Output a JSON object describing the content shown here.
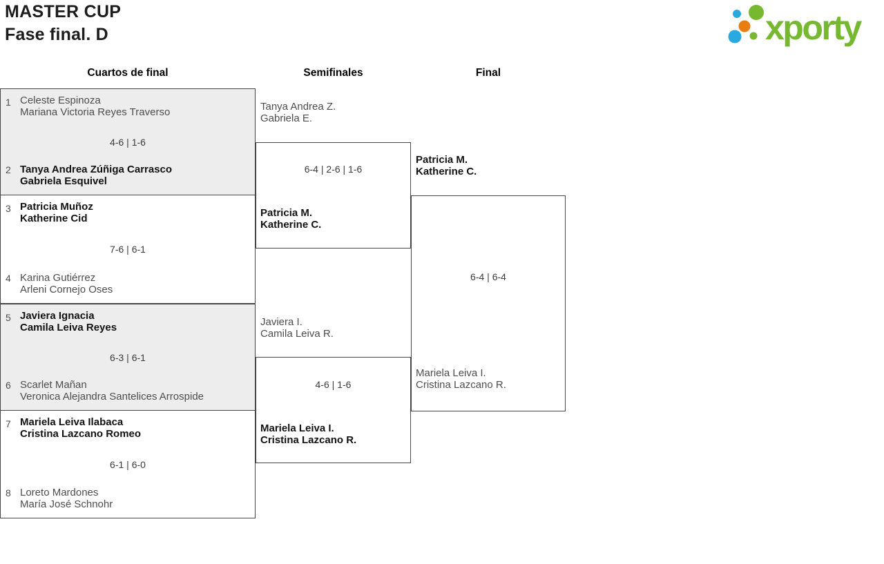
{
  "title": "MASTER CUP",
  "subtitle": "Fase final. D",
  "logo": {
    "brand": "xporty"
  },
  "colors": {
    "brand_green": "#76b82f",
    "brand_blue": "#2aa8e0",
    "brand_orange": "#e87e12",
    "winner_text": "#121212",
    "normal_text": "#4d4d4d",
    "box_border": "#464646",
    "shaded_row_fill": "#ededed"
  },
  "round_headers": [
    "Cuartos de final",
    "Semifinales",
    "Final"
  ],
  "quarterfinals": [
    {
      "seed_top": "1",
      "top_line1": "Celeste Espinoza",
      "top_line2": "Mariana Victoria Reyes Traverso",
      "score": "4-6 | 1-6",
      "seed_bottom": "2",
      "bottom_line1": "Tanya Andrea Zúñiga Carrasco",
      "bottom_line2": "Gabriela Esquivel",
      "winner": "bottom"
    },
    {
      "seed_top": "3",
      "top_line1": "Patricia Muñoz",
      "top_line2": "Katherine Cid",
      "score": "7-6 | 6-1",
      "seed_bottom": "4",
      "bottom_line1": "Karina Gutiérrez",
      "bottom_line2": "Arleni Cornejo Oses",
      "winner": "top"
    },
    {
      "seed_top": "5",
      "top_line1": "Javiera Ignacia",
      "top_line2": "Camila Leiva Reyes",
      "score": "6-3 | 6-1",
      "seed_bottom": "6",
      "bottom_line1": "Scarlet Mañan",
      "bottom_line2": "Veronica Alejandra Santelices Arrospide",
      "winner": "top"
    },
    {
      "seed_top": "7",
      "top_line1": "Mariela Leiva Ilabaca",
      "top_line2": "Cristina Lazcano Romeo",
      "score": "6-1 | 6-0",
      "seed_bottom": "8",
      "bottom_line1": "Loreto Mardones",
      "bottom_line2": "María José Schnohr",
      "winner": "top"
    }
  ],
  "semifinals": [
    {
      "top_line1": "Tanya Andrea Z.",
      "top_line2": "Gabriela E.",
      "score": "6-4 | 2-6 | 1-6",
      "bottom_line1": "Patricia M.",
      "bottom_line2": "Katherine C.",
      "winner": "bottom"
    },
    {
      "top_line1": "Javiera I.",
      "top_line2": "Camila Leiva R.",
      "score": "4-6 | 1-6",
      "bottom_line1": "Mariela Leiva I.",
      "bottom_line2": "Cristina Lazcano R.",
      "winner": "bottom"
    }
  ],
  "final": {
    "top_line1": "Patricia M.",
    "top_line2": "Katherine C.",
    "score": "6-4 | 6-4",
    "bottom_line1": "Mariela Leiva I.",
    "bottom_line2": "Cristina Lazcano R.",
    "winner": "top"
  }
}
